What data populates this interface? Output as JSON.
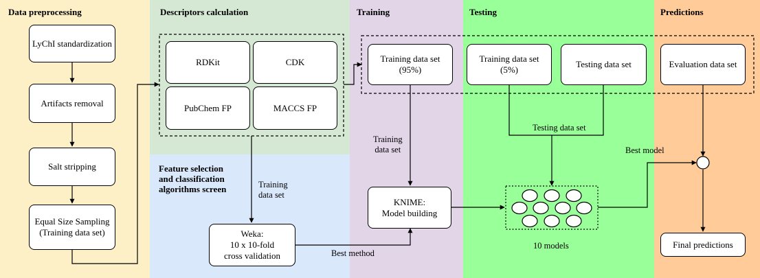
{
  "colors": {
    "preprocessing_bg": "#fdefc6",
    "descriptors_bg": "#d5e8d4",
    "feature_bg": "#dae8fc",
    "training_bg": "#e1d5e7",
    "testing_bg": "#99ff99",
    "predictions_bg": "#ffcc99"
  },
  "sections": {
    "preprocessing": "Data preprocessing",
    "descriptors": "Descriptors calculation",
    "feature": "Feature selection\nand classification\nalgorithms screen",
    "training": "Training",
    "testing": "Testing",
    "predictions": "Predictions"
  },
  "boxes": {
    "lychi": "LyChI standardization",
    "artifacts": "Artifacts removal",
    "salt": "Salt stripping",
    "sampling": "Equal Size Sampling\n(Training data set)",
    "rdkit": "RDKit",
    "cdk": "CDK",
    "pubchem": "PubChem FP",
    "maccs": "MACCS FP",
    "weka": "Weka:\n10 x 10-fold\ncross validation",
    "training_set": "Training data set\n(95%)",
    "knime": "KNIME:\nModel building",
    "training_set_5": "Training data set\n(5%)",
    "testing_set": "Testing data set",
    "evaluation_set": "Evaluation data set",
    "final_predictions": "Final predictions"
  },
  "labels": {
    "training_data_set_weka": "Training\ndata set",
    "training_data_set_knime": "Training\ndata set",
    "testing_data_set": "Testing data set",
    "best_method": "Best method",
    "best_model": "Best model",
    "ten_models": "10 models"
  }
}
